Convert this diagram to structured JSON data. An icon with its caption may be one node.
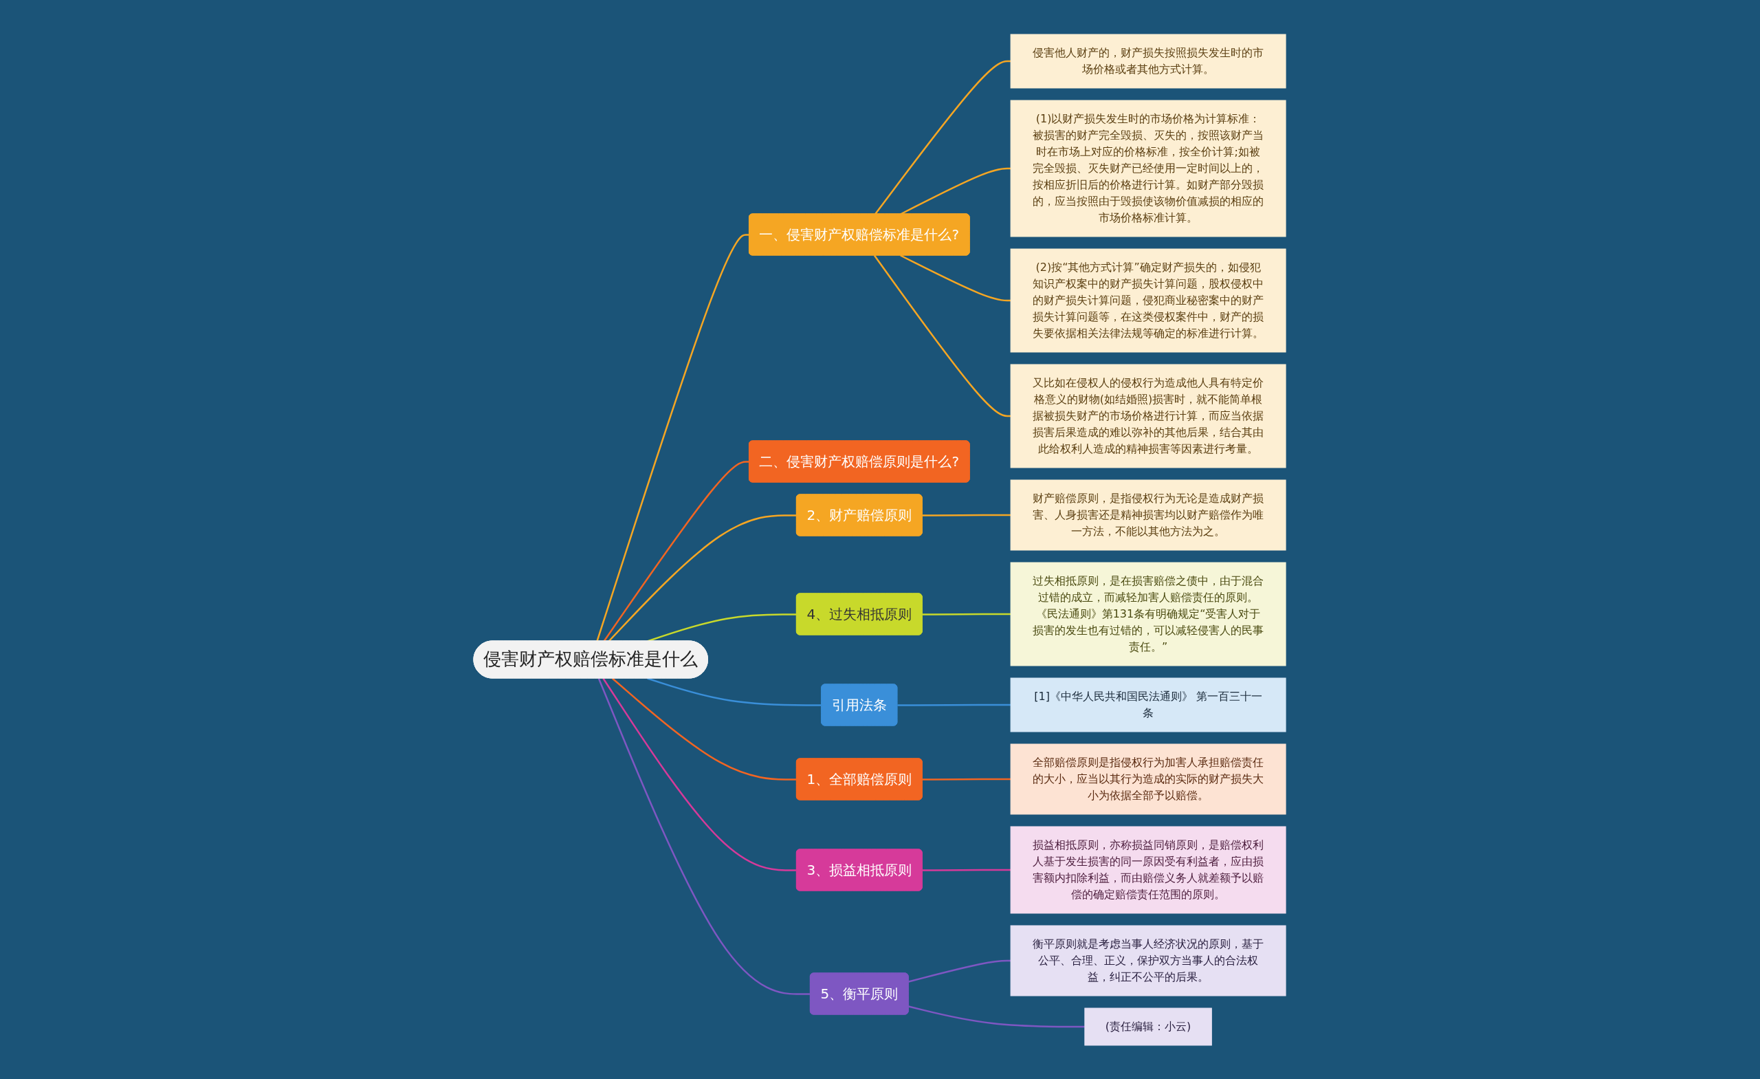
{
  "diagram": {
    "nodes": [
      {
        "text": [
          "侵害财产权赔偿标准是什么"
        ]
      },
      {
        "text": [
          "一、侵害财产权赔偿标准是什么?"
        ]
      },
      {
        "text": [
          "侵害他人财产的，财产损失按照损失发生时的市场价格或者其他方式计算。"
        ]
      },
      {
        "text": [
          "(1)以财产损失发生时的市场价格为计算标准：被损害的财产完全毁损、灭失的，按照该财产当时在市场上对应的价格标准，按全价计算;如被完全毁损、灭失财产已经使用一定时间以上的，按相应折旧后的价格进行计算。如财产部分毁损的，应当按照由于毁损使该物价值减损的相应的市场价格标准计算。"
        ]
      },
      {
        "text": [
          "(2)按“其他方式计算”确定财产损失的，如侵犯知识产权案中的财产损失计算问题，股权侵权中的财产损失计算问题，侵犯商业秘密案中的财产损失计算问题等，在这类侵权案件中，财产的损失要依据相关法律法规等确定的标准进行计算。"
        ]
      },
      {
        "text": [
          "又比如在侵权人的侵权行为造成他人具有特定价格意义的财物(如结婚照)损害时，就不能简单根据被损失财产的市场价格进行计算，而应当依据损害后果造成的难以弥补的其他后果，结合其由此给权利人造成的精神损害等因素进行考量。"
        ]
      },
      {
        "text": [
          "二、侵害财产权赔偿原则是什么?"
        ]
      },
      {
        "text": [
          "2、财产赔偿原则"
        ]
      },
      {
        "text": [
          "财产赔偿原则，是指侵权行为无论是造成财产损害、人身损害还是精神损害均以财产赔偿作为唯一方法，不能以其他方法为之。"
        ]
      },
      {
        "text": [
          "4、过失相抵原则"
        ]
      },
      {
        "text": [
          "过失相抵原则，是在损害赔偿之债中，由于混合过错的成立，而减轻加害人赔偿责任的原则。《民法通则》第131条有明确规定“受害人对于损害的发生也有过错的，可以减轻侵害人的民事责任。”"
        ]
      },
      {
        "text": [
          "引用法条"
        ]
      },
      {
        "text": [
          "[1]《中华人民共和国民法通则》 第一百三十一条"
        ]
      },
      {
        "text": [
          "1、全部赔偿原则"
        ]
      },
      {
        "text": [
          "全部赔偿原则是指侵权行为加害人承担赔偿责任的大小，应当以其行为造成的实际的财产损失大小为依据全部予以赔偿。"
        ]
      },
      {
        "text": [
          "3、损益相抵原则"
        ]
      },
      {
        "text": [
          "损益相抵原则，亦称损益同销原则，是赔偿权利人基于发生损害的同一原因受有利益者，应由损害额内扣除利益，而由赔偿义务人就差额予以赔偿的确定赔偿责任范围的原则。"
        ]
      },
      {
        "text": [
          "5、衡平原则"
        ]
      },
      {
        "text": [
          "衡平原则就是考虑当事人经济状况的原则，基于公平、合理、正义，保护双方当事人的合法权益，纠正不公平的后果。"
        ]
      },
      {
        "text": [
          "(责任编辑：小云)"
        ]
      }
    ],
    "edges": [
      {
        "from": 0,
        "to": 1,
        "arrow": "none",
        "color": "#f5a623"
      },
      {
        "from": 1,
        "to": 2,
        "arrow": "none",
        "color": "#f5a623"
      },
      {
        "from": 1,
        "to": 3,
        "arrow": "none",
        "color": "#f5a623"
      },
      {
        "from": 1,
        "to": 4,
        "arrow": "none",
        "color": "#f5a623"
      },
      {
        "from": 1,
        "to": 5,
        "arrow": "none",
        "color": "#f5a623"
      },
      {
        "from": 0,
        "to": 6,
        "arrow": "none",
        "color": "#f26522"
      },
      {
        "from": 0,
        "to": 7,
        "arrow": "none",
        "color": "#f5a623"
      },
      {
        "from": 7,
        "to": 8,
        "arrow": "none",
        "color": "#f5a623"
      },
      {
        "from": 0,
        "to": 9,
        "arrow": "none",
        "color": "#c8d92b"
      },
      {
        "from": 9,
        "to": 10,
        "arrow": "none",
        "color": "#c8d92b"
      },
      {
        "from": 0,
        "to": 11,
        "arrow": "none",
        "color": "#3a8fd9"
      },
      {
        "from": 11,
        "to": 12,
        "arrow": "none",
        "color": "#3a8fd9"
      },
      {
        "from": 0,
        "to": 13,
        "arrow": "none",
        "color": "#f26522"
      },
      {
        "from": 13,
        "to": 14,
        "arrow": "none",
        "color": "#f26522"
      },
      {
        "from": 0,
        "to": 15,
        "arrow": "none",
        "color": "#d63a9a"
      },
      {
        "from": 15,
        "to": 16,
        "arrow": "none",
        "color": "#d63a9a"
      },
      {
        "from": 0,
        "to": 17,
        "arrow": "none",
        "color": "#7e57c2"
      },
      {
        "from": 17,
        "to": 18,
        "arrow": "none",
        "color": "#7e57c2"
      },
      {
        "from": 17,
        "to": 19,
        "arrow": "none",
        "color": "#7e57c2"
      }
    ]
  }
}
